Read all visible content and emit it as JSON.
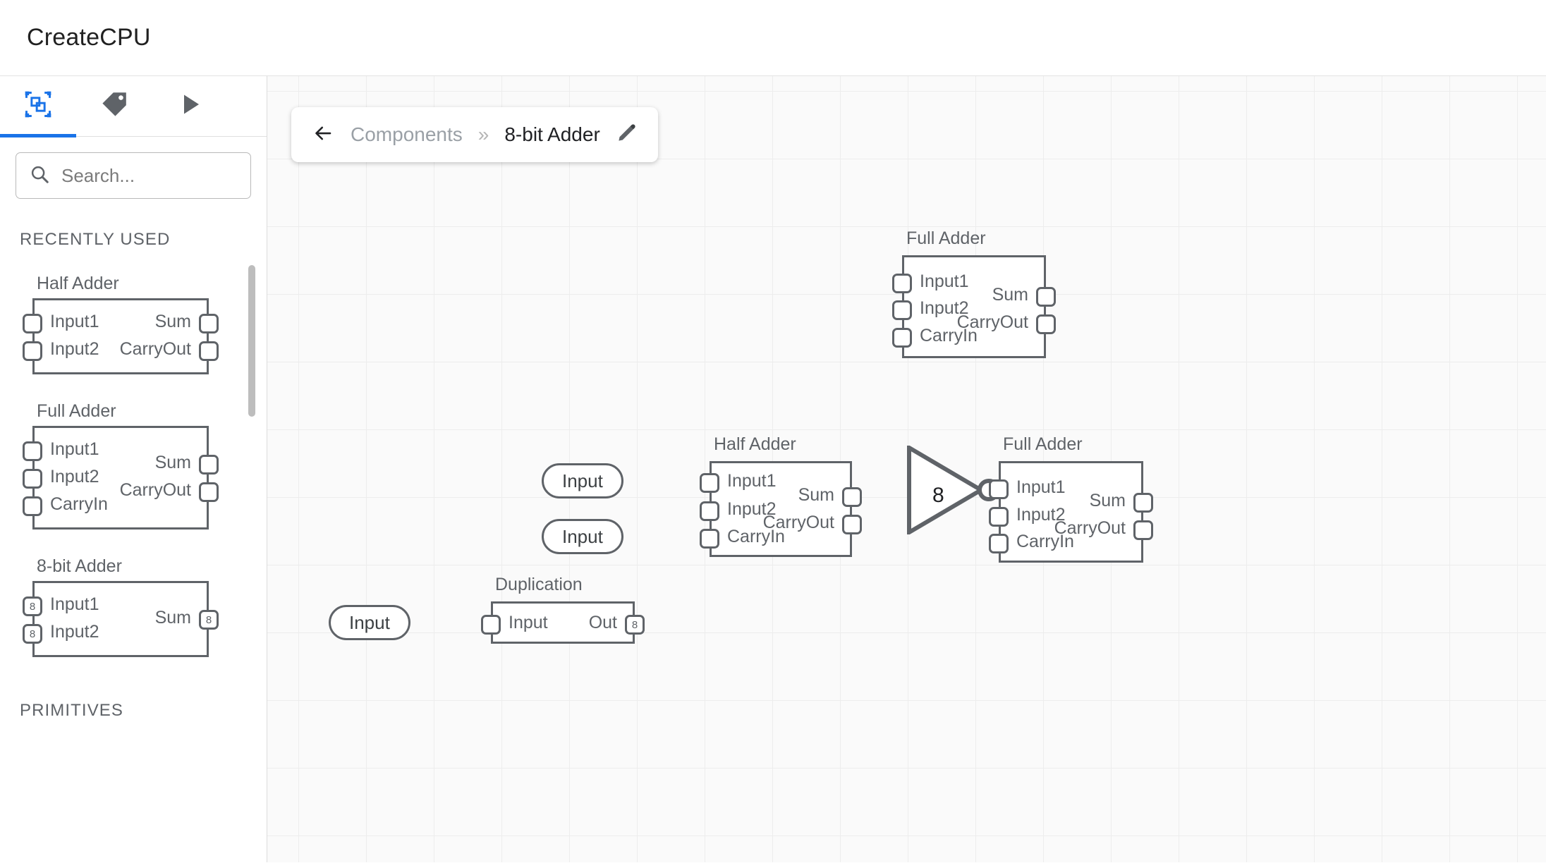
{
  "app": {
    "title": "CreateCPU"
  },
  "sidebar": {
    "tabs": [
      {
        "name": "components-tab",
        "icon": "components-icon",
        "active": true
      },
      {
        "name": "labels-tab",
        "icon": "tag-icon",
        "active": false
      },
      {
        "name": "run-tab",
        "icon": "play-icon",
        "active": false
      }
    ],
    "search": {
      "placeholder": "Search...",
      "value": "",
      "icon": "search-icon"
    },
    "sections": [
      {
        "label": "RECENTLY USED",
        "items": [
          {
            "title": "Half Adder",
            "inputs": [
              {
                "label": "Input1",
                "width": ""
              },
              {
                "label": "Input2",
                "width": ""
              }
            ],
            "outputs": [
              {
                "label": "Sum",
                "width": ""
              },
              {
                "label": "CarryOut",
                "width": ""
              }
            ]
          },
          {
            "title": "Full Adder",
            "inputs": [
              {
                "label": "Input1",
                "width": ""
              },
              {
                "label": "Input2",
                "width": ""
              },
              {
                "label": "CarryIn",
                "width": ""
              }
            ],
            "outputs": [
              {
                "label": "Sum",
                "width": ""
              },
              {
                "label": "CarryOut",
                "width": ""
              }
            ]
          },
          {
            "title": "8-bit Adder",
            "inputs": [
              {
                "label": "Input1",
                "width": "8"
              },
              {
                "label": "Input2",
                "width": "8"
              }
            ],
            "outputs": [
              {
                "label": "Sum",
                "width": "8"
              }
            ]
          }
        ]
      },
      {
        "label": "PRIMITIVES",
        "items": []
      }
    ]
  },
  "breadcrumb": {
    "back_icon": "arrow-left-icon",
    "root": "Components",
    "separator": "»",
    "current": "8-bit Adder",
    "edit_icon": "pencil-icon"
  },
  "canvas": {
    "grid": true,
    "nodes": [
      {
        "id": "full-adder-top",
        "title": "Full Adder",
        "inputs": [
          {
            "label": "Input1"
          },
          {
            "label": "Input2"
          },
          {
            "label": "CarryIn"
          }
        ],
        "outputs": [
          {
            "label": "Sum"
          },
          {
            "label": "CarryOut"
          }
        ]
      },
      {
        "id": "half-adder-mid",
        "title": "Half Adder",
        "inputs": [
          {
            "label": "Input1"
          },
          {
            "label": "Input2"
          },
          {
            "label": "CarryIn"
          }
        ],
        "outputs": [
          {
            "label": "Sum"
          },
          {
            "label": "CarryOut"
          }
        ]
      },
      {
        "id": "full-adder-right",
        "title": "Full Adder",
        "inputs": [
          {
            "label": "Input1"
          },
          {
            "label": "Input2"
          },
          {
            "label": "CarryIn"
          }
        ],
        "outputs": [
          {
            "label": "Sum"
          },
          {
            "label": "CarryOut"
          }
        ]
      },
      {
        "id": "duplication",
        "title": "Duplication",
        "inputs": [
          {
            "label": "Input"
          }
        ],
        "outputs": [
          {
            "label": "Out",
            "width": "8"
          }
        ]
      }
    ],
    "input_pills": [
      {
        "id": "input-pill-1",
        "label": "Input"
      },
      {
        "id": "input-pill-2",
        "label": "Input"
      },
      {
        "id": "input-pill-3",
        "label": "Input"
      }
    ],
    "buffer": {
      "id": "tristate-buffer",
      "label": "8",
      "inverted": true
    }
  },
  "colors": {
    "accent": "#1a73e8",
    "node_stroke": "#5f6368",
    "wire": "#5f6368",
    "grid": "#ededed",
    "canvas_bg": "#fafafa",
    "text_primary": "#202124",
    "text_secondary": "#5f6368",
    "text_muted": "#9aa0a6"
  }
}
